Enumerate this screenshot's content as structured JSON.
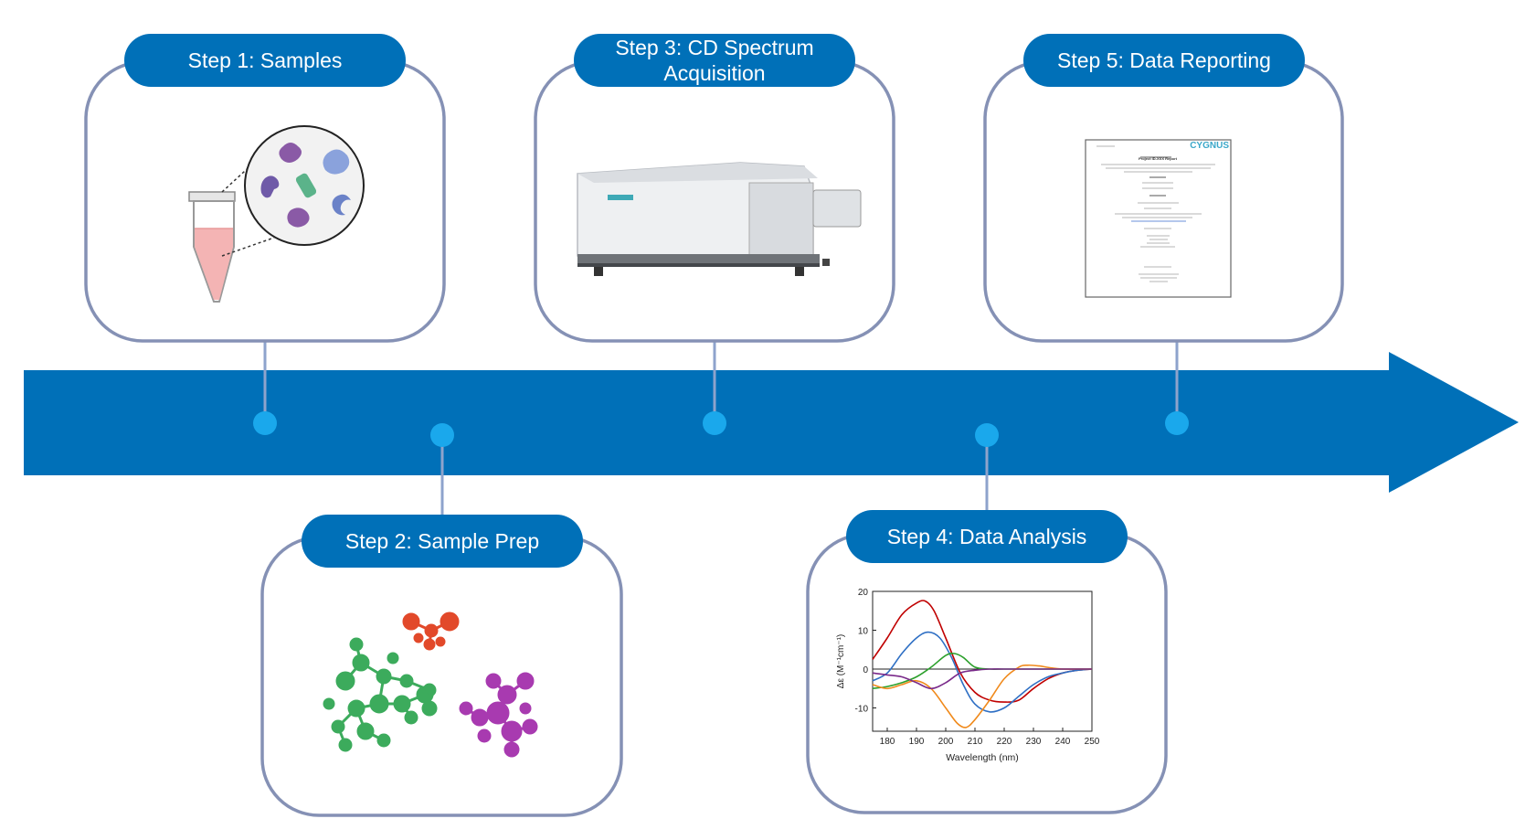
{
  "colors": {
    "accent": "#0070b8",
    "connector": "#8ea3cc",
    "dot": "#1aa8ec",
    "box_border": "#8591b5"
  },
  "steps": [
    {
      "label": "Step 1: Samples",
      "icon": "sample-tube-icon"
    },
    {
      "label": "Step 2: Sample Prep",
      "icon": "molecules-icon"
    },
    {
      "label": "Step 3: CD Spectrum\nAcquisition",
      "icon": "cd-spectrometer-icon"
    },
    {
      "label": "Step 4: Data Analysis",
      "icon": "cd-spectrum-chart"
    },
    {
      "label": "Step 5: Data Reporting",
      "icon": "report-document-icon"
    }
  ],
  "report": {
    "brand": "CYGNUS",
    "title": "Project ID-XXX Report"
  },
  "chart_data": {
    "type": "line",
    "xlabel": "Wavelength (nm)",
    "ylabel": "Δε (M⁻¹cm⁻¹)",
    "xlim": [
      175,
      250
    ],
    "ylim": [
      -16,
      20
    ],
    "xticks": [
      180,
      190,
      200,
      210,
      220,
      230,
      240,
      250
    ],
    "yticks": [
      -10,
      0,
      10,
      20
    ],
    "series": [
      {
        "color": "#c00000",
        "x": [
          175,
          180,
          185,
          190,
          193,
          196,
          200,
          205,
          210,
          215,
          220,
          225,
          230,
          235,
          240,
          245,
          250
        ],
        "y": [
          2.5,
          8,
          14,
          17,
          17.5,
          15,
          8,
          -1,
          -6,
          -8,
          -8.5,
          -8,
          -5,
          -2.5,
          -1,
          -0.3,
          0
        ]
      },
      {
        "color": "#2e6fc4",
        "x": [
          175,
          180,
          185,
          190,
          194,
          198,
          202,
          206,
          210,
          215,
          220,
          225,
          230,
          235,
          240,
          245,
          250
        ],
        "y": [
          -3,
          -1,
          4,
          8,
          9.5,
          8,
          3,
          -4,
          -9,
          -11,
          -10,
          -7,
          -4,
          -2,
          -1,
          -0.3,
          0
        ]
      },
      {
        "color": "#2ca02c",
        "x": [
          175,
          180,
          185,
          190,
          195,
          200,
          203,
          206,
          210,
          215,
          220,
          230,
          250
        ],
        "y": [
          -5,
          -4.5,
          -3.5,
          -2,
          0.5,
          3.5,
          4,
          3,
          0.5,
          0,
          0,
          0,
          0
        ]
      },
      {
        "color": "#f08a1c",
        "x": [
          175,
          180,
          185,
          190,
          195,
          200,
          204,
          207,
          210,
          215,
          220,
          225,
          228,
          232,
          236,
          240,
          245,
          250
        ],
        "y": [
          -4,
          -5,
          -4,
          -3,
          -5,
          -10,
          -14,
          -15,
          -13,
          -8,
          -2.5,
          0.5,
          1,
          0.8,
          0.3,
          0,
          0,
          0
        ]
      },
      {
        "color": "#7a2a8a",
        "x": [
          175,
          180,
          185,
          190,
          195,
          200,
          205,
          210,
          215,
          220,
          230,
          240,
          250
        ],
        "y": [
          -1,
          -1.5,
          -2,
          -3.5,
          -5,
          -3.5,
          -1,
          -0.3,
          0,
          0,
          0,
          0,
          0
        ]
      }
    ]
  }
}
